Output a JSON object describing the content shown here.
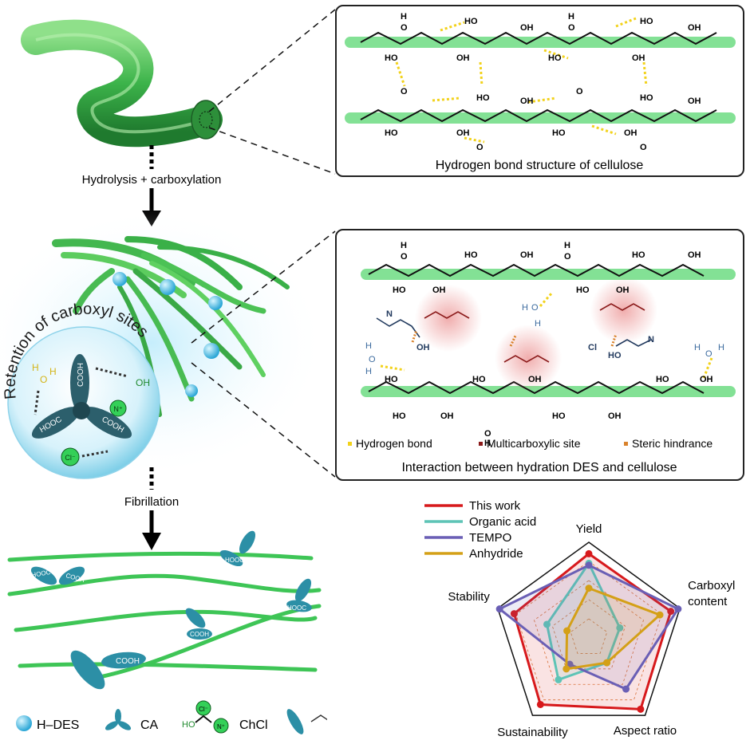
{
  "left": {
    "step1": "Hydrolysis + carboxylation",
    "step2": "Fibrillation",
    "sphere_label": "Retention of carboxyl sites",
    "legend": [
      {
        "name": "H–DES"
      },
      {
        "name": "CA"
      },
      {
        "name": "ChCl"
      }
    ],
    "groups": {
      "cooh": "COOH",
      "hooc": "HOOC",
      "cl": "Cl⁻",
      "n": "N⁺",
      "oh": "OH",
      "ho": "HO",
      "h": "H",
      "o": "O"
    }
  },
  "panel1": {
    "caption": "Hydrogen bond structure of cellulose",
    "atoms": {
      "oh": "OH",
      "ho": "HO",
      "o": "O",
      "h": "H"
    }
  },
  "panel2": {
    "caption": "Interaction between hydration DES and cellulose",
    "legend": [
      {
        "name": "Hydrogen bond",
        "color": "#f2d21b"
      },
      {
        "name": "Multicarboxylic site",
        "color": "#8b1a1a"
      },
      {
        "name": "Steric hindrance",
        "color": "#d9822b"
      }
    ],
    "atoms": {
      "oh": "OH",
      "ho": "HO",
      "o": "O",
      "h": "H",
      "n": "N",
      "cl": "Cl"
    }
  },
  "chart_data": {
    "type": "radar",
    "axes": [
      "Yield",
      "Carboxyl content",
      "Aspect ratio",
      "Sustainability",
      "Stability"
    ],
    "scale": [
      0,
      5
    ],
    "series": [
      {
        "name": "This work",
        "color": "#d7191c",
        "values": [
          4.4,
          4.5,
          4.6,
          4.3,
          4.1
        ]
      },
      {
        "name": "Organic acid",
        "color": "#5ec4b6",
        "values": [
          3.9,
          1.7,
          1.6,
          2.7,
          2.3
        ]
      },
      {
        "name": "TEMPO",
        "color": "#6a5fb5",
        "values": [
          3.8,
          4.9,
          3.3,
          1.7,
          4.9
        ]
      },
      {
        "name": "Anhydride",
        "color": "#d4a017",
        "values": [
          2.6,
          3.9,
          1.6,
          2.0,
          1.2
        ]
      }
    ]
  }
}
